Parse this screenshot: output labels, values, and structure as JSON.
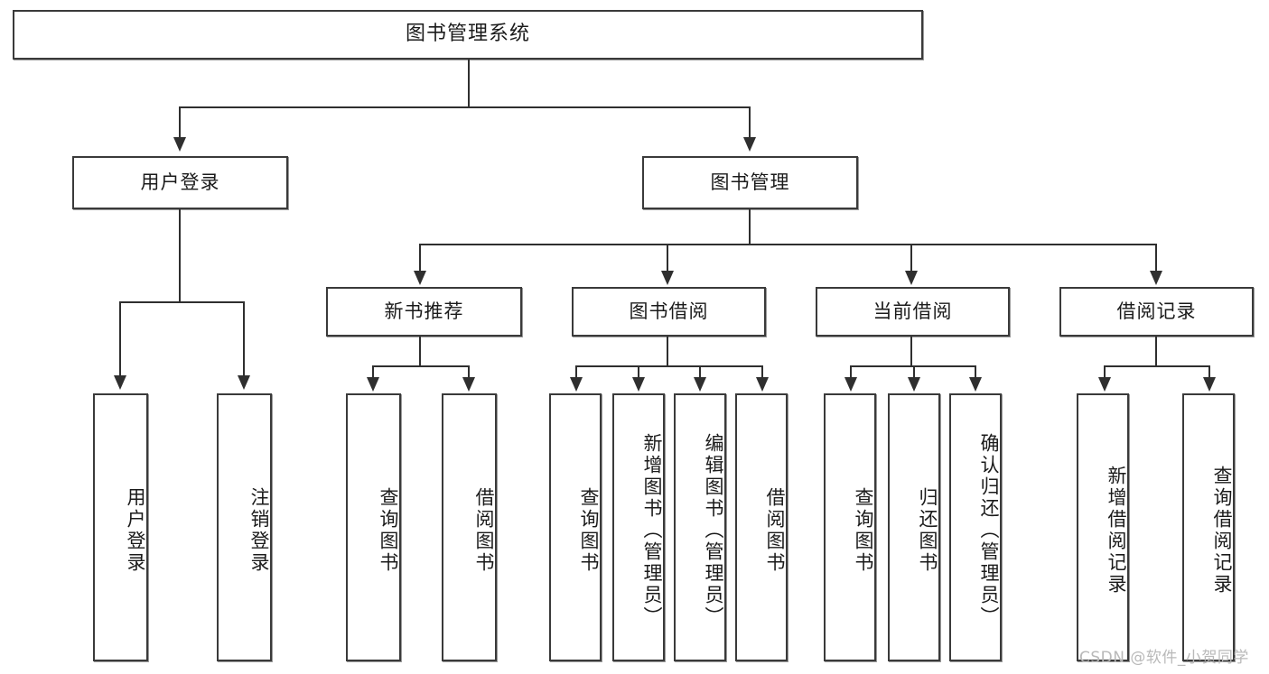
{
  "diagram": {
    "title": "图书管理系统",
    "watermark": "CSDN @软件_小贺同学",
    "accent_color": "#3a3a3a",
    "background_color": "#ffffff",
    "level2": [
      {
        "label": "用户登录"
      },
      {
        "label": "图书管理"
      }
    ],
    "level3": [
      {
        "label": "新书推荐"
      },
      {
        "label": "图书借阅"
      },
      {
        "label": "当前借阅"
      },
      {
        "label": "借阅记录"
      }
    ],
    "leaves": {
      "user_login": [
        {
          "label": "用户登录"
        },
        {
          "label": "注销登录"
        }
      ],
      "new_book_recommend": [
        {
          "label": "查询图书"
        },
        {
          "label": "借阅图书"
        }
      ],
      "book_borrow": [
        {
          "label": "查询图书"
        },
        {
          "label": "新增图书（管理员）"
        },
        {
          "label": "编辑图书（管理员）"
        },
        {
          "label": "借阅图书"
        }
      ],
      "current_borrow": [
        {
          "label": "查询图书"
        },
        {
          "label": "归还图书"
        },
        {
          "label": "确认归还（管理员）"
        }
      ],
      "borrow_record": [
        {
          "label": "新增借阅记录"
        },
        {
          "label": "查询借阅记录"
        }
      ]
    }
  }
}
